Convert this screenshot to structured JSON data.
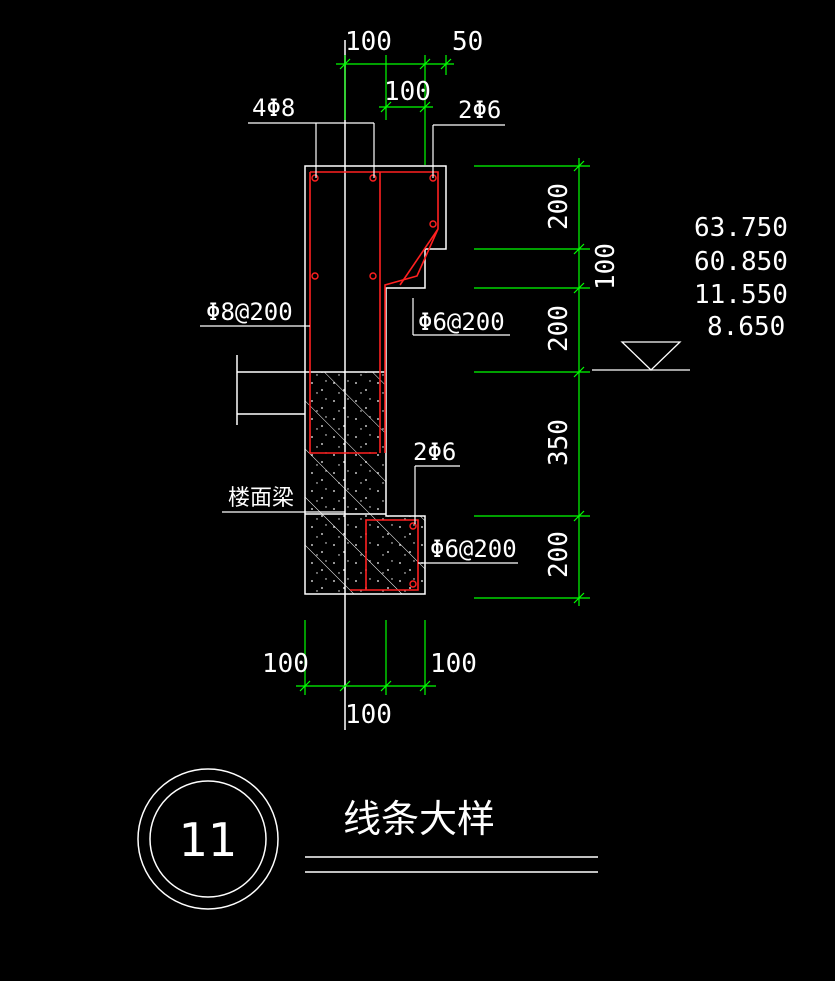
{
  "drawing": {
    "title": "线条大样",
    "detail_number": "11",
    "colors": {
      "background": "#000000",
      "outline": "#ffffff",
      "rebar": "#ff2020",
      "dimension": "#00ff00"
    },
    "top_dimensions": {
      "left_width": "100",
      "right_offset": "50",
      "middle_width": "100"
    },
    "bottom_dimensions": {
      "left": "100",
      "right": "100",
      "middle": "100"
    },
    "right_dimensions": {
      "top": "200",
      "step": "100",
      "middle": "200",
      "lower": "350",
      "bottom": "200"
    },
    "rebar_labels": {
      "main_left": "4Φ8",
      "main_right": "2Φ6",
      "stirrup_main": "Φ8@200",
      "stirrup_upper": "Φ6@200",
      "lower_bars": "2Φ6",
      "stirrup_lower": "Φ6@200",
      "beam": "楼面梁"
    },
    "elevations": [
      "63.750",
      "60.850",
      "11.550",
      "8.650"
    ]
  }
}
